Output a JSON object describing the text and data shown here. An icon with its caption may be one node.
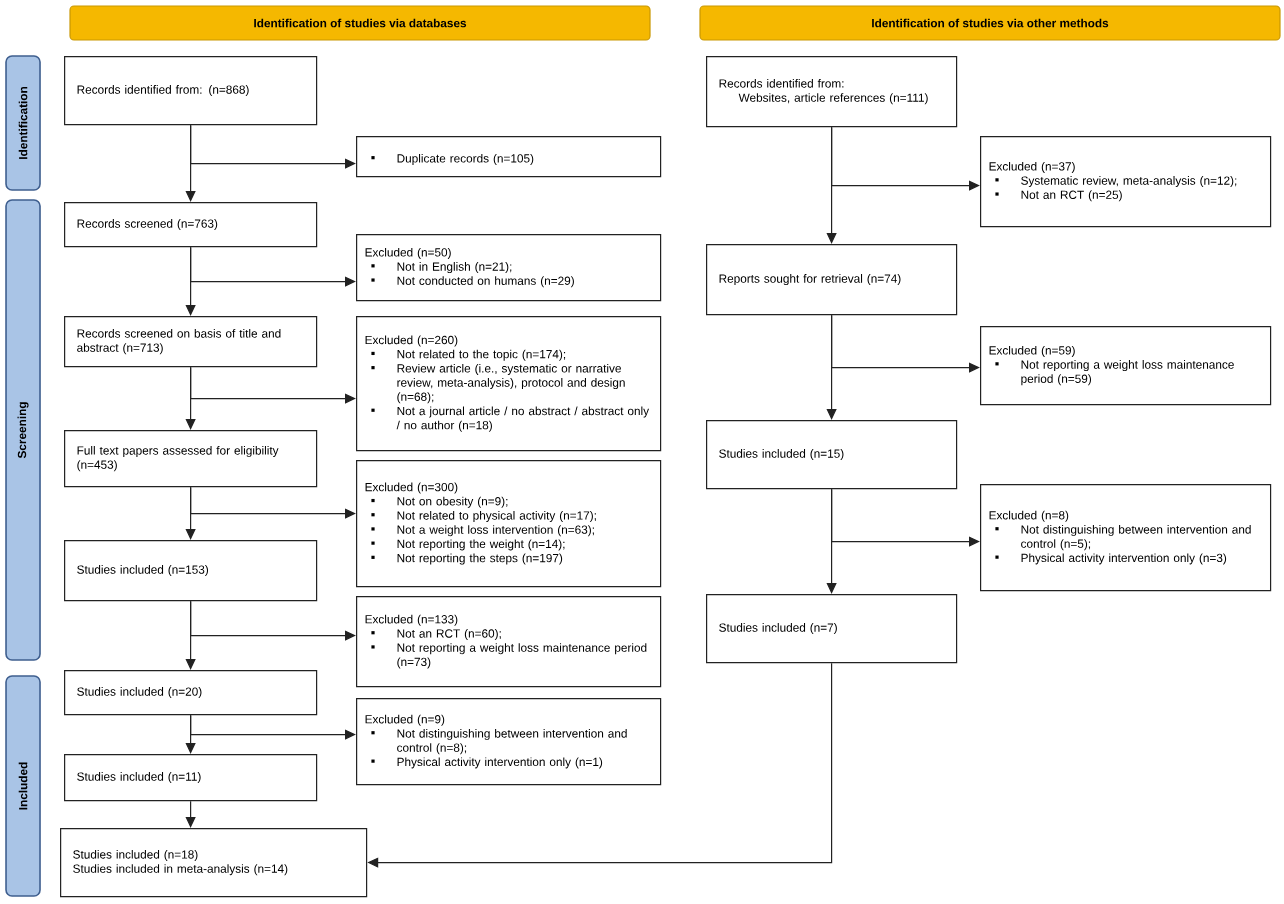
{
  "diagram": {
    "nodes": [
      {
        "text": [
          "Identification of studies via databases"
        ]
      },
      {
        "text": [
          "Identification of studies via other methods"
        ]
      },
      {
        "text": [
          "Identification"
        ]
      },
      {
        "text": [
          "Screening"
        ]
      },
      {
        "text": [
          "Included"
        ]
      },
      {
        "text": [
          "Records identified from: (n=868)"
        ]
      },
      {
        "text": [
          "Duplicate records (n=105)"
        ]
      },
      {
        "text": [
          "Records screened (n=763)"
        ]
      },
      {
        "text": [
          "Excluded (n=50)",
          "Not in English (n=21);",
          "Not conducted on humans (n=29)"
        ]
      },
      {
        "text": [
          "Records screened on basis of title and abstract (n=713)"
        ]
      },
      {
        "text": [
          "Excluded (n=260)",
          "Not related to the topic (n=174);",
          "Review article (i.e., systematic or narrative review, meta-analysis), protocol and design (n=68);",
          "Not a journal article / no abstract / abstract only / no author (n=18)"
        ]
      },
      {
        "text": [
          "Full text papers assessed for eligibility (n=453)"
        ]
      },
      {
        "text": [
          "Excluded (n=300)",
          "Not on obesity (n=9);",
          "Not related to physical activity (n=17);",
          "Not a weight loss intervention (n=63);",
          "Not reporting the weight (n=14);",
          "Not reporting the steps (n=197)"
        ]
      },
      {
        "text": [
          "Studies included (n=153)"
        ]
      },
      {
        "text": [
          "Excluded (n=133)",
          "Not an RCT (n=60);",
          "Not reporting a weight loss maintenance period (n=73)"
        ]
      },
      {
        "text": [
          "Studies included (n=20)"
        ]
      },
      {
        "text": [
          "Excluded (n=9)",
          "Not distinguishing between intervention and control (n=8);",
          "Physical activity intervention only (n=1)"
        ]
      },
      {
        "text": [
          "Studies included (n=11)"
        ]
      },
      {
        "text": [
          "Studies included (n=18)",
          "Studies included in meta-analysis (n=14)"
        ]
      },
      {
        "text": [
          "Records identified from:",
          "Websites, article references (n=111)"
        ]
      },
      {
        "text": [
          "Excluded (n=37)",
          "Systematic review, meta-analysis (n=12);",
          "Not an RCT (n=25)"
        ]
      },
      {
        "text": [
          "Reports sought for retrieval (n=74)"
        ]
      },
      {
        "text": [
          "Excluded (n=59)",
          "Not reporting a weight loss maintenance period (n=59)"
        ]
      },
      {
        "text": [
          "Studies included (n=15)"
        ]
      },
      {
        "text": [
          "Excluded (n=8)",
          "Not distinguishing between intervention and control (n=5);",
          "Physical activity intervention only (n=3)"
        ]
      },
      {
        "text": [
          "Studies included (n=7)"
        ]
      }
    ],
    "edges": [
      {
        "from": 5,
        "to": 7,
        "arrow": "to"
      },
      {
        "from": 5,
        "to": 6,
        "arrow": "to"
      },
      {
        "from": 7,
        "to": 9,
        "arrow": "to"
      },
      {
        "from": 7,
        "to": 8,
        "arrow": "to"
      },
      {
        "from": 9,
        "to": 11,
        "arrow": "to"
      },
      {
        "from": 9,
        "to": 10,
        "arrow": "to"
      },
      {
        "from": 11,
        "to": 13,
        "arrow": "to"
      },
      {
        "from": 11,
        "to": 12,
        "arrow": "to"
      },
      {
        "from": 13,
        "to": 15,
        "arrow": "to"
      },
      {
        "from": 13,
        "to": 14,
        "arrow": "to"
      },
      {
        "from": 15,
        "to": 17,
        "arrow": "to"
      },
      {
        "from": 15,
        "to": 16,
        "arrow": "to"
      },
      {
        "from": 17,
        "to": 18,
        "arrow": "to"
      },
      {
        "from": 19,
        "to": 21,
        "arrow": "to"
      },
      {
        "from": 19,
        "to": 20,
        "arrow": "to"
      },
      {
        "from": 21,
        "to": 23,
        "arrow": "to"
      },
      {
        "from": 21,
        "to": 22,
        "arrow": "to"
      },
      {
        "from": 23,
        "to": 25,
        "arrow": "to"
      },
      {
        "from": 23,
        "to": 24,
        "arrow": "to"
      },
      {
        "from": 25,
        "to": 18,
        "arrow": "to"
      }
    ]
  }
}
